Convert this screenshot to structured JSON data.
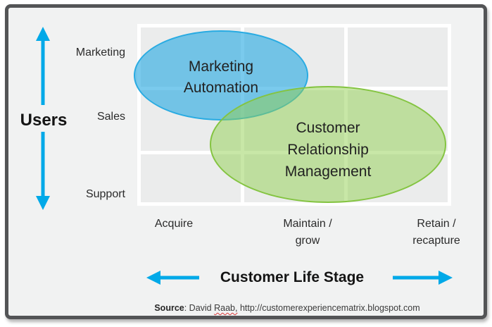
{
  "colors": {
    "arrow": "#00a9e8",
    "blue_ellipse_fill": "rgba(41,170,226,0.62)",
    "blue_ellipse_border": "#29abe2",
    "green_ellipse_fill": "rgba(146,208,80,0.50)",
    "green_ellipse_border": "#84c441",
    "grid_cell": "#ebecec",
    "grid_line": "#ffffff",
    "canvas_bg": "#f1f2f2",
    "frame_border": "#535456"
  },
  "y_axis": {
    "title": "Users",
    "ticks": [
      "Marketing",
      "Sales",
      "Support"
    ]
  },
  "x_axis": {
    "title": "Customer Life Stage",
    "ticks": [
      {
        "line1": "Acquire",
        "line2": ""
      },
      {
        "line1": "Maintain /",
        "line2": "grow"
      },
      {
        "line1": "Retain /",
        "line2": "recapture"
      }
    ]
  },
  "ellipses": {
    "marketing_automation": {
      "lines": [
        "Marketing",
        "Automation"
      ]
    },
    "crm": {
      "lines": [
        "Customer",
        "Relationship",
        "Management"
      ]
    }
  },
  "source": {
    "label": "Source",
    "after_label": ": David ",
    "misspelled_word": "Raab,",
    "rest": " http://customerexperiencematrix.blogspot.com"
  }
}
